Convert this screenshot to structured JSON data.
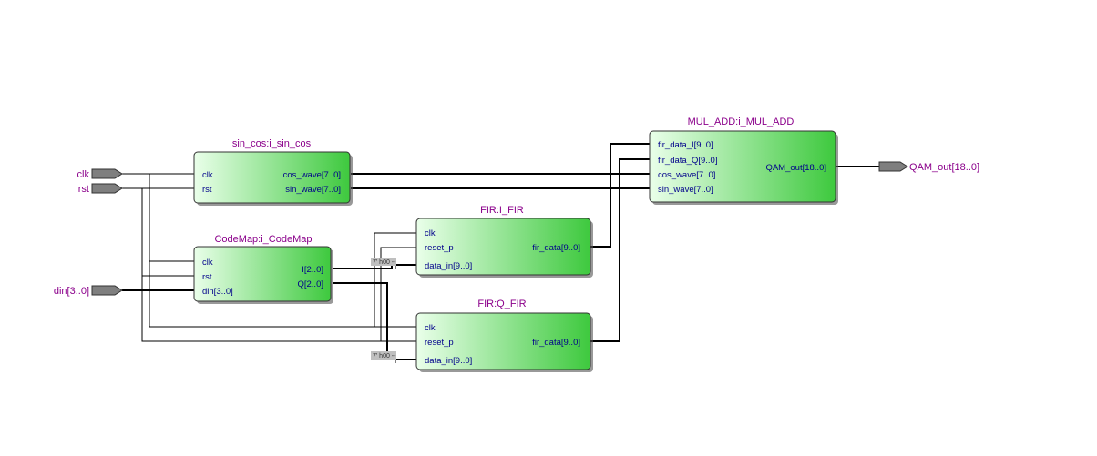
{
  "colors": {
    "block_gradient_start": "#eaffea",
    "block_gradient_end": "#3ec93e",
    "block_title": "#8b008b",
    "port_label": "#00008b",
    "io_pin": "#7f7f7f"
  },
  "pins": {
    "clk": "clk",
    "rst": "rst",
    "din": "din[3..0]",
    "qam_out": "QAM_out[18..0]"
  },
  "blocks": {
    "sin_cos": {
      "title": "sin_cos:i_sin_cos",
      "clk": "clk",
      "rst": "rst",
      "cos_wave": "cos_wave[7..0]",
      "sin_wave": "sin_wave[7..0]"
    },
    "codemap": {
      "title": "CodeMap:i_CodeMap",
      "clk": "clk",
      "rst": "rst",
      "din": "din[3..0]",
      "i_out": "I[2..0]",
      "q_out": "Q[2..0]"
    },
    "fir_i": {
      "title": "FIR:I_FIR",
      "clk": "clk",
      "reset": "reset_p",
      "data_in": "data_in[9..0]",
      "fir_data": "fir_data[9..0]"
    },
    "fir_q": {
      "title": "FIR:Q_FIR",
      "clk": "clk",
      "reset": "reset_p",
      "data_in": "data_in[9..0]",
      "fir_data": "fir_data[9..0]"
    },
    "mul_add": {
      "title": "MUL_ADD:i_MUL_ADD",
      "fir_data_i": "fir_data_I[9..0]",
      "fir_data_q": "fir_data_Q[9..0]",
      "cos_wave": "cos_wave[7..0]",
      "sin_wave": "sin_wave[7..0]",
      "qam_out": "QAM_out[18..0]"
    }
  },
  "constants": {
    "i_pad": "7' h00 --",
    "q_pad": "7' h00 --"
  }
}
